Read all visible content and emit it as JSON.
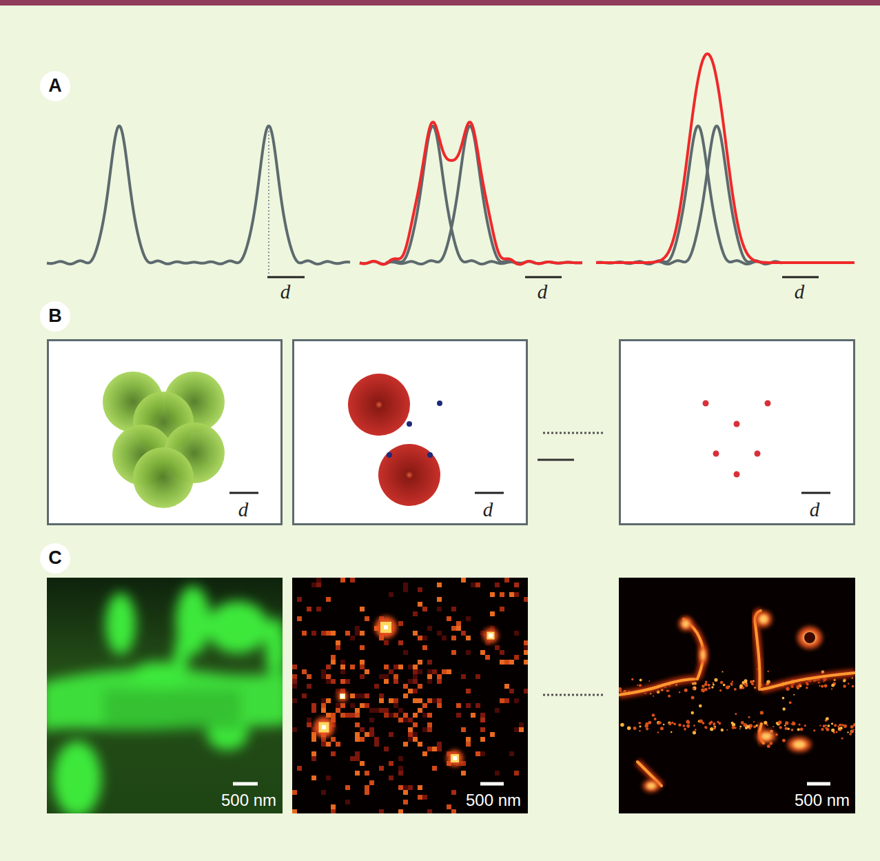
{
  "diagram": {
    "nodes": [
      {
        "text": [
          "A"
        ]
      },
      {
        "text": [
          "B"
        ]
      },
      {
        "text": [
          "d"
        ]
      },
      {
        "text": [
          "d"
        ]
      },
      {
        "text": [
          "d"
        ]
      },
      {
        "text": [
          "C"
        ]
      },
      {
        "text": [
          "500 nm"
        ]
      },
      {
        "text": [
          "500 nm"
        ]
      },
      {
        "text": [
          "500 nm"
        ]
      }
    ],
    "labels": [
      "d",
      "d",
      "d"
    ]
  }
}
